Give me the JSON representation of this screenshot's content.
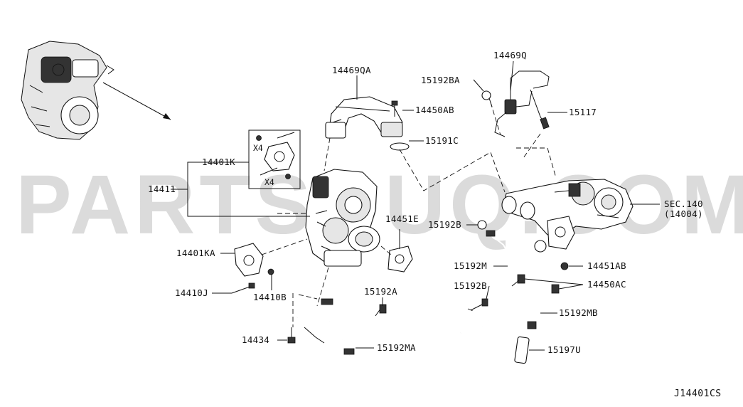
{
  "watermark": "PARTSOUQ.COM",
  "diagram_code": "J14401CS",
  "labels": {
    "l_14469QA": "14469QA",
    "l_15192BA": "15192BA",
    "l_14469Q": "14469Q",
    "l_14450AB": "14450AB",
    "l_15117": "15117",
    "l_15191C": "15191C",
    "l_14401K": "14401K",
    "l_x4a": "X4",
    "l_x4b": "X4",
    "l_14411": "14411",
    "l_sec140": "SEC.140",
    "l_14004": "(14004)",
    "l_14451E": "14451E",
    "l_15192B": "15192B",
    "l_14401KA": "14401KA",
    "l_15192M": "15192M",
    "l_14451AB": "14451AB",
    "l_14410J": "14410J",
    "l_14410B": "14410B",
    "l_15192B2": "15192B",
    "l_14450AC": "14450AC",
    "l_15192A": "15192A",
    "l_15192MB": "15192MB",
    "l_14434": "14434",
    "l_15192MA": "15192MA",
    "l_15197U": "15197U"
  }
}
